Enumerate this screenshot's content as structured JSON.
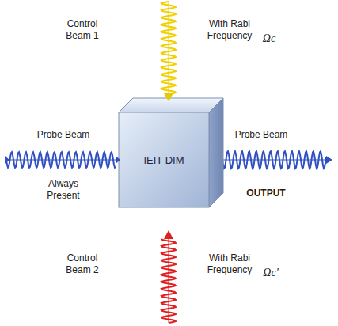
{
  "diagram": {
    "nodes": [
      {
        "text": [
          "IEIT DIM"
        ]
      }
    ],
    "labels": [
      "Control Beam 1",
      "With Rabi Frequency",
      "Ωc",
      "Probe Beam",
      "Always Present",
      "Probe Beam",
      "OUTPUT",
      "Control Beam 2",
      "With Rabi Frequency",
      "Ωc'"
    ]
  }
}
